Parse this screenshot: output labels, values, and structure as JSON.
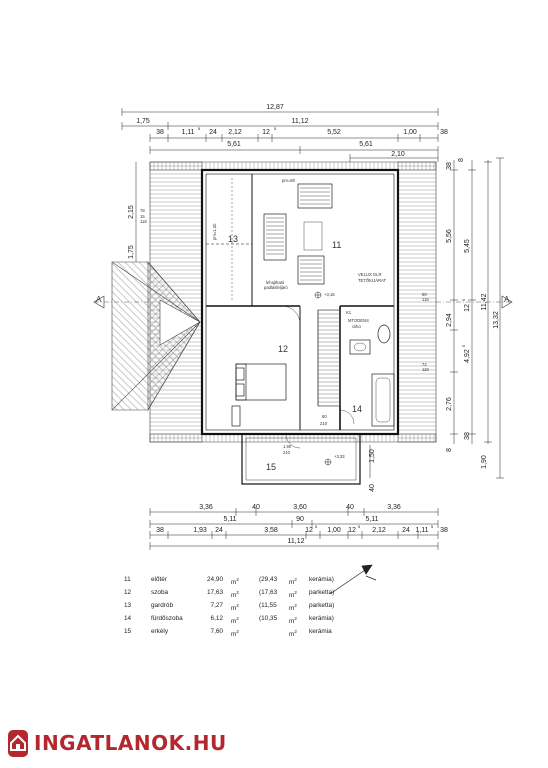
{
  "dimensions": {
    "top": {
      "overall": "12,87",
      "row2": [
        "1,75",
        "11,12"
      ],
      "row3": [
        "38",
        "1,11",
        "5",
        "24",
        "2,12",
        "12",
        "5",
        "5,52",
        "1,00",
        "38"
      ],
      "row4": [
        "5,61",
        "5,61"
      ],
      "row5": [
        "2,10"
      ]
    },
    "bottom": {
      "row1": [
        "3,36",
        "40",
        "3,60",
        "40",
        "3,36"
      ],
      "row2": [
        "5,11",
        "90",
        "5,11"
      ],
      "row3": [
        "38",
        "1,93",
        "24",
        "3,58",
        "12",
        "5",
        "1,00",
        "12",
        "5",
        "2,12",
        "24",
        "1,11",
        "5",
        "38"
      ],
      "row4": [
        "11,12"
      ]
    },
    "left": [
      "2,15",
      "1,75"
    ],
    "right_inner": [
      "38",
      "8",
      "5,56",
      "5,45",
      "2,94",
      "12",
      "5",
      "4,92",
      "5",
      "2,76",
      "38",
      "8"
    ],
    "right_outer": [
      "11,42",
      "13,32",
      "1,90"
    ],
    "misc": {
      "r50": "50",
      "r118": "118",
      "r72": "72",
      "r118b": "118",
      "r150": "1,50",
      "r40": "40",
      "l15": "15",
      "l78": "78",
      "l118": "118",
      "d80": "80",
      "d210": "210",
      "d190": "1,90",
      "d210b": "210"
    }
  },
  "rooms": {
    "r11": "11",
    "r12": "12",
    "r13": "13",
    "r14": "14",
    "r15": "15"
  },
  "annotations": {
    "pm80": "pm=80",
    "pm130": "pm=1,30",
    "velux": "VELUX GLR",
    "velux2": "TETŐKIJÁRAT",
    "mtodeno": "MTODENS",
    "mtodeno2": "cirko",
    "elev1": "+3,15",
    "elev2": "+3,33",
    "fold1": "lehajtható",
    "fold2": "padlásfeljáró",
    "sec_a_left": "A",
    "sec_a_right": "A",
    "k1": "K1"
  },
  "legend": [
    {
      "num": "11",
      "name": "előtér",
      "area": "24,90",
      "unit": "m",
      "alt": "(29,43",
      "alt_unit": "m",
      "material": "kerámia)"
    },
    {
      "num": "12",
      "name": "szoba",
      "area": "17,63",
      "unit": "m",
      "alt": "(17,63",
      "alt_unit": "m",
      "material": "parketta)"
    },
    {
      "num": "13",
      "name": "gardrób",
      "area": "7,27",
      "unit": "m",
      "alt": "(11,55",
      "alt_unit": "m",
      "material": "parketta)"
    },
    {
      "num": "14",
      "name": "fürdőszoba",
      "area": "6,12",
      "unit": "m",
      "alt": "(10,35",
      "alt_unit": "m",
      "material": "kerámia)"
    },
    {
      "num": "15",
      "name": "erkély",
      "area": "7,60",
      "unit": "m",
      "alt": "",
      "alt_unit": "m",
      "material": "kerámia"
    }
  ],
  "brand": {
    "text": "INGATLANOK.HU",
    "color": "#b3272f"
  }
}
